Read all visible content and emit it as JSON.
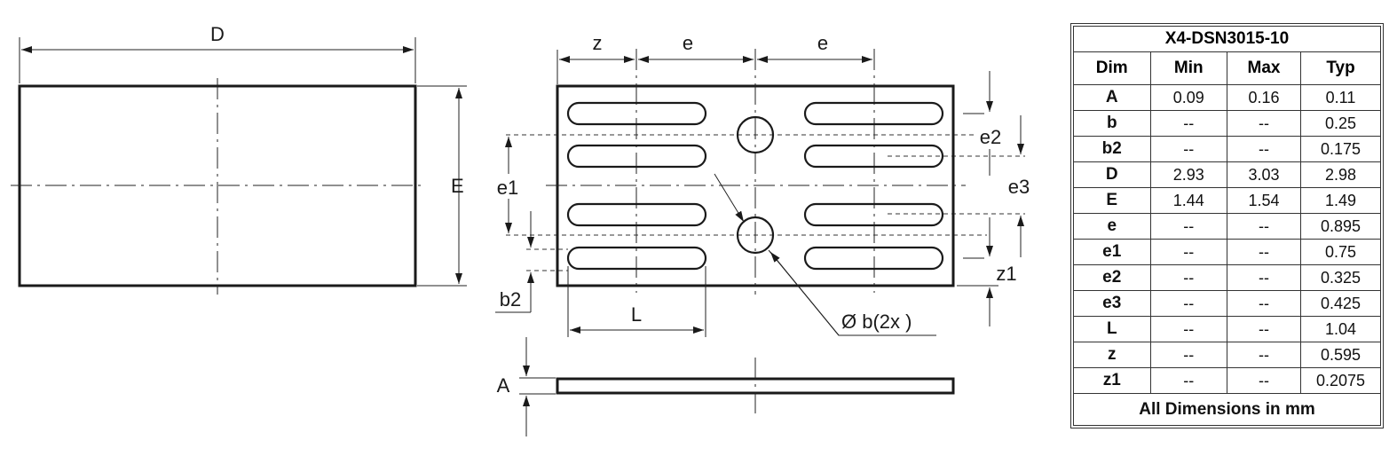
{
  "views": {
    "top": {
      "label_D": "D",
      "label_E": "E"
    },
    "bottom": {
      "label_z": "z",
      "label_e_left": "e",
      "label_e_right": "e",
      "label_e1": "e1",
      "label_e2": "e2",
      "label_e3": "e3",
      "label_z1": "z1",
      "label_b2": "b2",
      "label_L": "L",
      "label_hole": "Ø b(2x  )"
    },
    "side": {
      "label_A": "A"
    }
  },
  "table": {
    "title": "X4-DSN3015-10",
    "headers": [
      "Dim",
      "Min",
      "Max",
      "Typ"
    ],
    "rows": [
      {
        "dim": "A",
        "min": "0.09",
        "max": "0.16",
        "typ": "0.11"
      },
      {
        "dim": "b",
        "min": "--",
        "max": "--",
        "typ": "0.25"
      },
      {
        "dim": "b2",
        "min": "--",
        "max": "--",
        "typ": "0.175"
      },
      {
        "dim": "D",
        "min": "2.93",
        "max": "3.03",
        "typ": "2.98"
      },
      {
        "dim": "E",
        "min": "1.44",
        "max": "1.54",
        "typ": "1.49"
      },
      {
        "dim": "e",
        "min": "--",
        "max": "--",
        "typ": "0.895"
      },
      {
        "dim": "e1",
        "min": "--",
        "max": "--",
        "typ": "0.75"
      },
      {
        "dim": "e2",
        "min": "--",
        "max": "--",
        "typ": "0.325"
      },
      {
        "dim": "e3",
        "min": "--",
        "max": "--",
        "typ": "0.425"
      },
      {
        "dim": "L",
        "min": "--",
        "max": "--",
        "typ": "1.04"
      },
      {
        "dim": "z",
        "min": "--",
        "max": "--",
        "typ": "0.595"
      },
      {
        "dim": "z1",
        "min": "--",
        "max": "--",
        "typ": "0.2075"
      }
    ],
    "footer": "All Dimensions in mm"
  }
}
